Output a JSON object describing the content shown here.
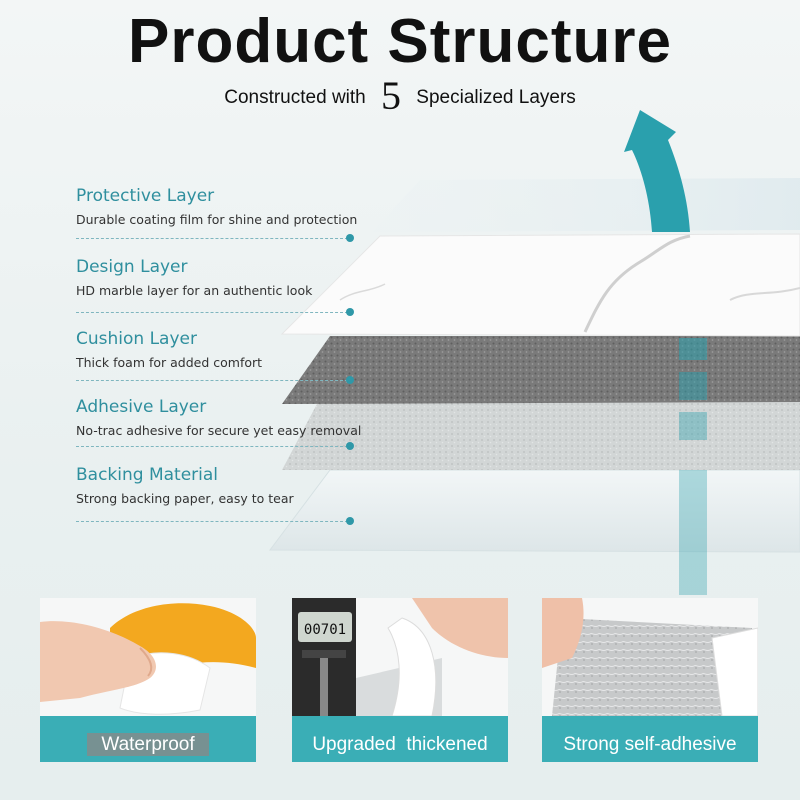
{
  "header": {
    "title": "Product Structure",
    "subtitle_pre": "Constructed with",
    "subtitle_num": "5",
    "subtitle_post": "Specialized Layers"
  },
  "layers": [
    {
      "name": "Protective Layer",
      "desc": "Durable coating film for shine and protection"
    },
    {
      "name": "Design Layer",
      "desc": "HD marble layer for an authentic look"
    },
    {
      "name": "Cushion Layer",
      "desc": "Thick foam for added comfort"
    },
    {
      "name": "Adhesive Layer",
      "desc": "No-trac adhesive for secure yet easy removal"
    },
    {
      "name": "Backing Material",
      "desc": "Strong backing paper, easy to tear"
    }
  ],
  "features": [
    {
      "label": "Waterproof"
    },
    {
      "label": "Upgraded  thickened"
    },
    {
      "label": "Strong self-adhesive"
    }
  ],
  "gauge": {
    "reading": "00701"
  },
  "colors": {
    "accent": "#2f8f9e",
    "arrow": "#2aa0ad",
    "band": "#3aaeb6"
  }
}
